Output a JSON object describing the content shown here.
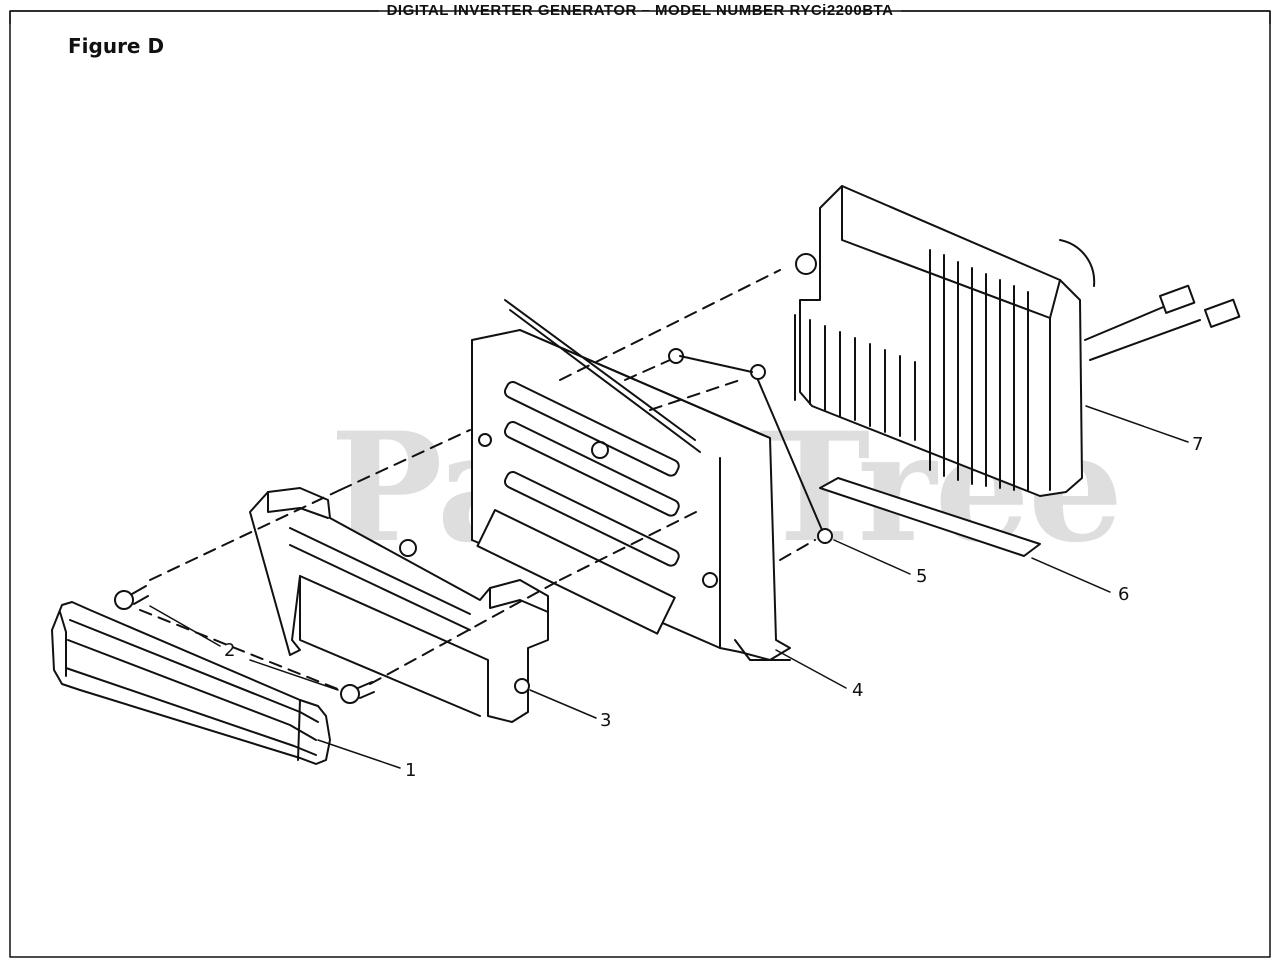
{
  "header": {
    "title": "DIGITAL INVERTER GENERATOR – MODEL NUMBER RYCi2200BTA"
  },
  "figure": {
    "label": "Figure D"
  },
  "watermark": {
    "text": "PartsTree"
  },
  "callouts": [
    {
      "id": "1",
      "label": "1"
    },
    {
      "id": "2",
      "label": "2"
    },
    {
      "id": "3",
      "label": "3"
    },
    {
      "id": "4",
      "label": "4"
    },
    {
      "id": "5",
      "label": "5"
    },
    {
      "id": "6",
      "label": "6"
    },
    {
      "id": "7",
      "label": "7"
    }
  ],
  "colors": {
    "line": "#111111",
    "background": "#ffffff",
    "watermark": "#cccccc"
  }
}
